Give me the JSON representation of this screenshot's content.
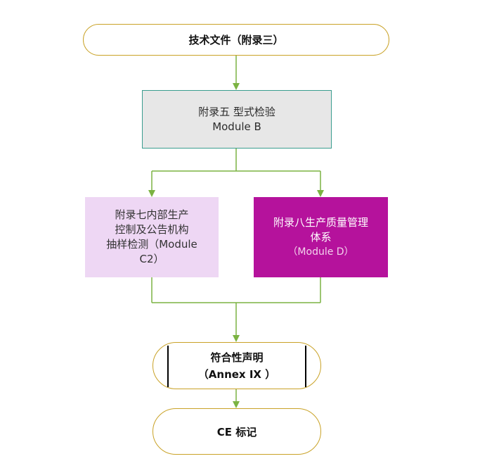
{
  "colors": {
    "connector": "#7bb342",
    "pill_border": "#c9a227",
    "module_b_fill": "#e7e7e7",
    "module_b_border": "#3a9d8f",
    "module_c2_fill": "#eed7f4",
    "module_d_fill": "#b5129c"
  },
  "nodes": {
    "technical_file": {
      "label": "技术文件（附录三）"
    },
    "module_b": {
      "line1": "附录五  型式检验",
      "line2": "Module B"
    },
    "module_c2": {
      "line1": "附录七内部生产",
      "line2": "控制及公告机构",
      "line3": "抽样检测（Module",
      "line4": "C2）"
    },
    "module_d": {
      "line1": "附录八生产质量管理",
      "line2": "体系",
      "line3": "（Module D）"
    },
    "declaration": {
      "line1": "符合性声明",
      "line2": "（Annex IX  ）"
    },
    "ce_mark": {
      "label": "CE 标记"
    }
  }
}
